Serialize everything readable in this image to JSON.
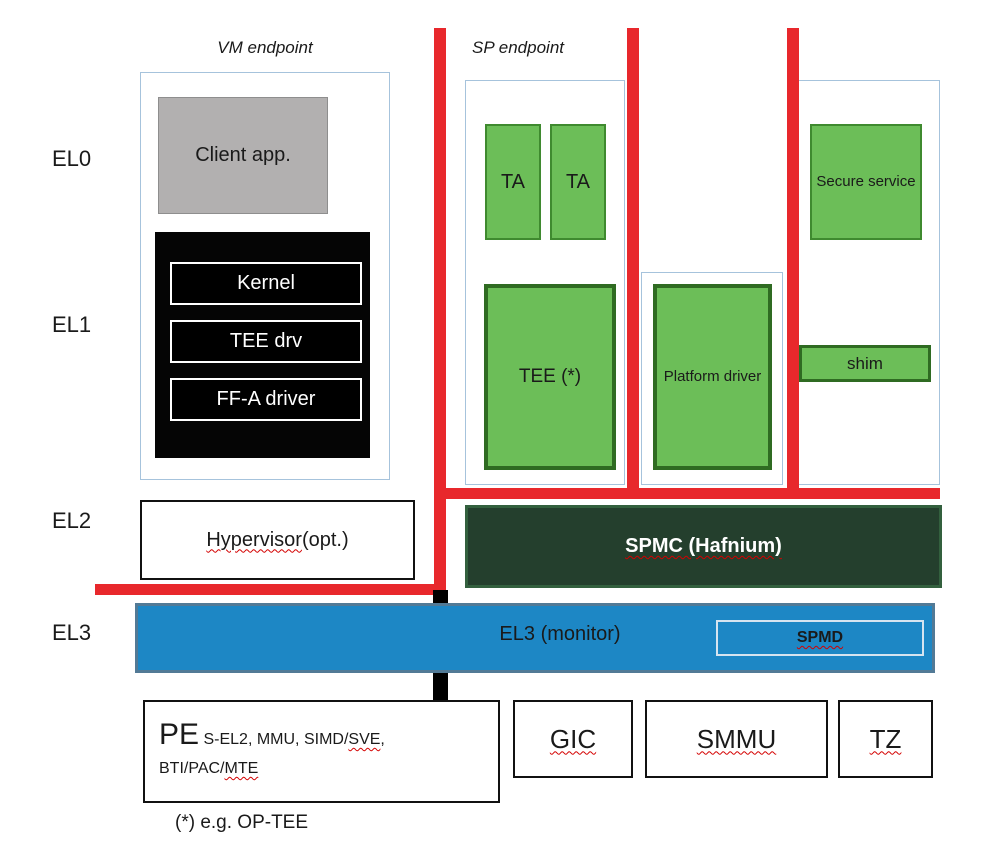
{
  "row_labels": {
    "el0": "EL0",
    "el1": "EL1",
    "el2": "EL2",
    "el3": "EL3"
  },
  "headers": {
    "vm_endpoint": "VM endpoint",
    "sp_endpoint": "SP endpoint"
  },
  "vm": {
    "client_app": "Client app.",
    "kernel": "Kernel",
    "tee_drv": "TEE drv",
    "ffa_driver": "FF-A driver"
  },
  "sp1": {
    "ta1": "TA",
    "ta2": "TA",
    "tee": "TEE (*)"
  },
  "sp2": {
    "platform_driver": "Platform driver"
  },
  "sp3": {
    "secure_service": "Secure service",
    "shim": "shim"
  },
  "el2": {
    "hypervisor": "Hypervisor",
    "hypervisor_suffix": " (opt.)",
    "spmc": "SPMC (Hafnium)"
  },
  "el3": {
    "monitor": "EL3 (monitor)",
    "spmd": "SPMD"
  },
  "hardware": {
    "pe": "PE",
    "pe_detail_a": "S-EL2, MMU, SIMD/",
    "pe_sve": "SVE",
    "pe_comma": ",",
    "pe_detail_b": "BTI/PAC/",
    "pe_mte": "MTE",
    "gic": "GIC",
    "smmu": "SMMU",
    "tz": "TZ"
  },
  "footnote": "(*) e.g. OP-TEE",
  "colors": {
    "green_fill": "#6cbe58",
    "green_border_dark": "#2f6b22",
    "red_line": "#e8282c",
    "spmc_fill": "#243f2d",
    "el3_blue": "#1d87c5",
    "client_gray": "#b2b0b0"
  }
}
